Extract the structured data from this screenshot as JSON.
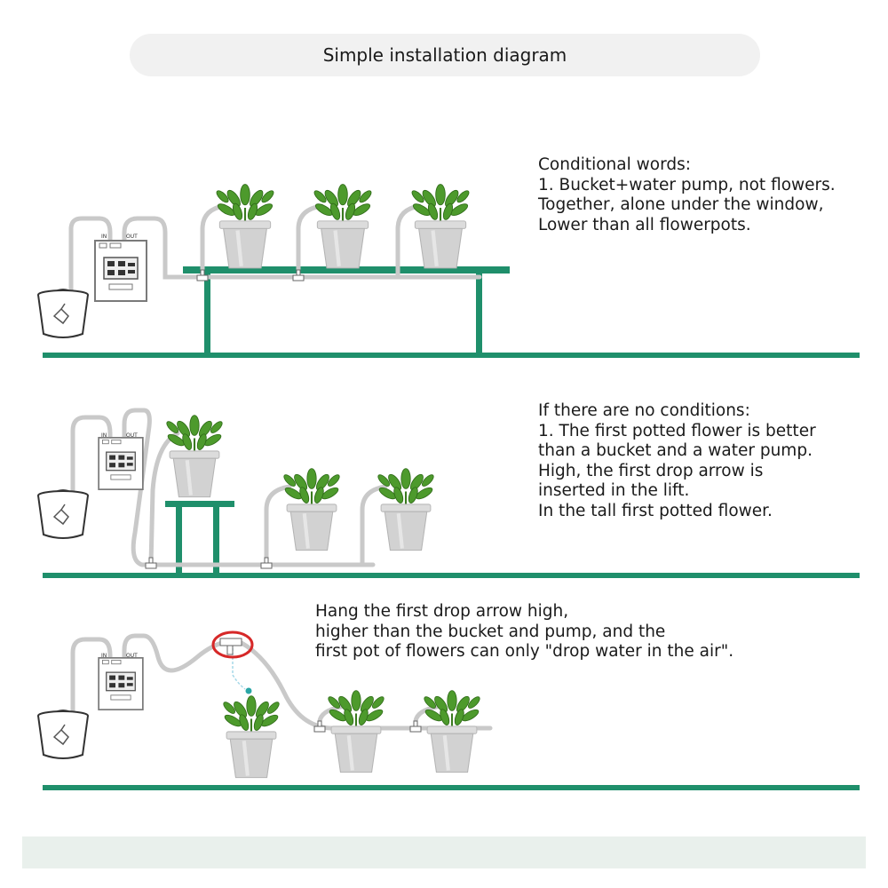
{
  "title": "Simple installation diagram",
  "colors": {
    "stand": "#1f8f6b",
    "tube": "#c9c9c9",
    "pot": "#d6d6d6",
    "leaf": "#4d9a2c",
    "highlight": "#d62828",
    "band": "#e9f0ec"
  },
  "pump": {
    "in_label": "IN",
    "out_label": "OUT"
  },
  "scenes": [
    {
      "lines": [
        "Conditional words:",
        "1. Bucket+water pump, not flowers.",
        "Together, alone under the window,",
        "Lower than all flowerpots."
      ]
    },
    {
      "lines": [
        "If there are no conditions:",
        "1. The first potted flower is better",
        "than a bucket and a water pump.",
        "High, the first drop arrow is",
        "inserted in the lift.",
        "In the tall first potted flower."
      ]
    },
    {
      "lines": [
        "Hang the first drop arrow high,",
        "higher than the bucket and pump, and the",
        "first pot of flowers can only \"drop water in the air\"."
      ]
    }
  ],
  "icons": [
    "bucket-icon",
    "water-pump-icon",
    "potted-plant-icon",
    "tee-connector-icon",
    "drip-arrow-icon"
  ]
}
